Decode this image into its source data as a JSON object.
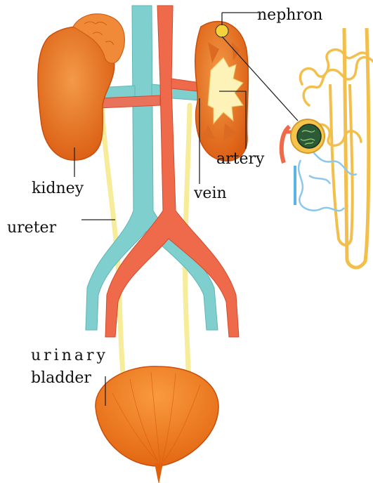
{
  "labels": {
    "nephron": "nephron",
    "kidney": "kidney",
    "vein": "vein",
    "artery": "artery",
    "ureter": "ureter",
    "urinary": "urinary",
    "bladder": "bladder"
  },
  "colors": {
    "kidney": "#ee7a1e",
    "kidney_dark": "#d45a10",
    "adrenal_gland": "#f08a38",
    "vena_cava": "#7fcfcf",
    "aorta": "#ee6a4a",
    "ureter": "#f6ec9a",
    "renal_pelvis": "#fdf3b8",
    "bladder": "#f27a1c",
    "nephron_tubule": "#f3bf4c",
    "glomerulus": "#2d5a36",
    "capillary": "#8cc8ea"
  }
}
